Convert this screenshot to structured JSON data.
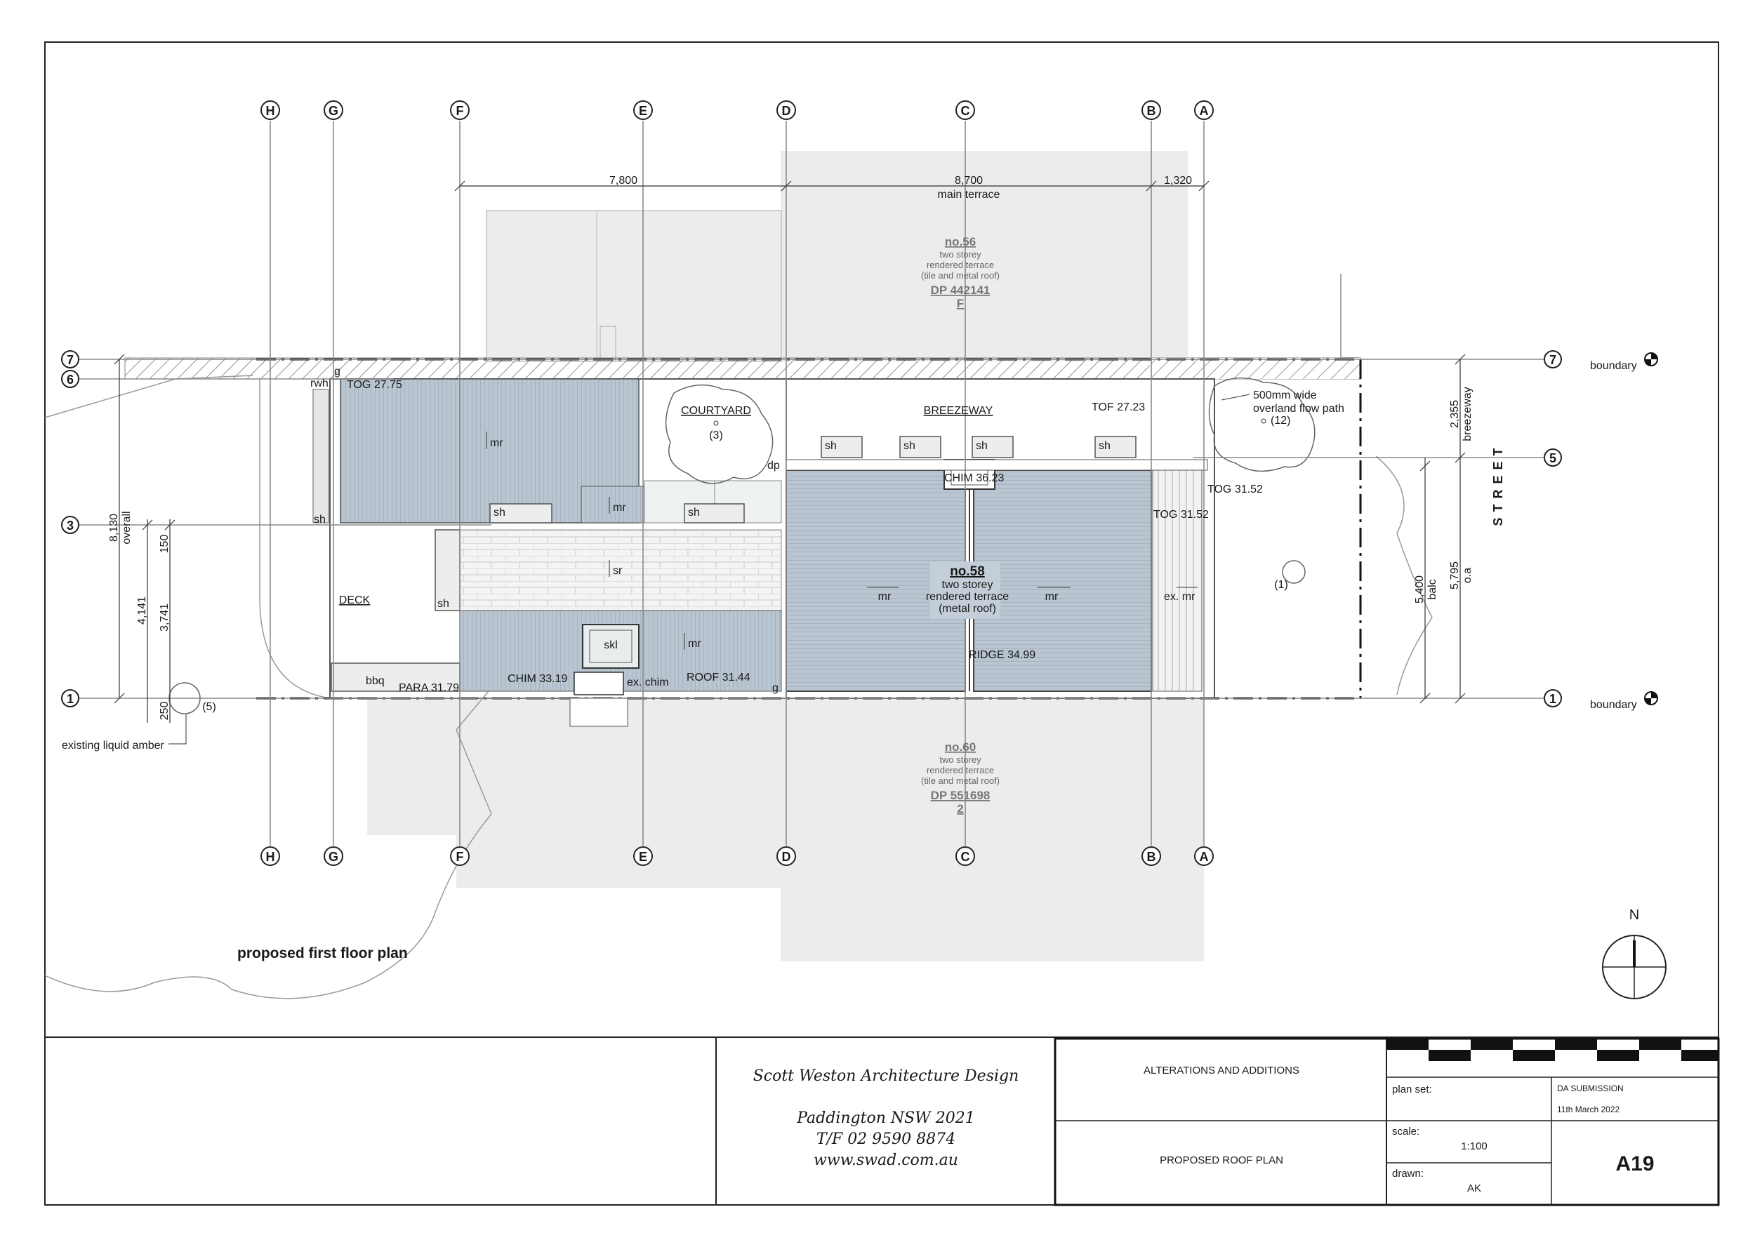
{
  "grid": {
    "columns": [
      "H",
      "G",
      "F",
      "E",
      "D",
      "C",
      "B",
      "A"
    ],
    "rows": [
      "7",
      "6",
      "3",
      "1",
      "5"
    ]
  },
  "dimensions": {
    "top": [
      "7,800",
      "8,700",
      "1,320"
    ],
    "top_note": "main terrace",
    "left_overall": "8,130",
    "left_overall_note": "overall",
    "left": [
      "4,141",
      "3,741",
      "150",
      "250"
    ],
    "right": [
      "2,355",
      "5,400",
      "5,795"
    ],
    "right_notes": [
      "breezeway",
      "balc",
      "o.a"
    ]
  },
  "neighbours": {
    "north": {
      "name": "no.56",
      "desc": [
        "two storey",
        "rendered terrace",
        "(tile and metal roof)"
      ],
      "dp": "DP 442141",
      "lot": "F"
    },
    "south": {
      "name": "no.60",
      "desc": [
        "two storey",
        "rendered terrace",
        "(tile and metal roof)"
      ],
      "dp": "DP 551698",
      "lot": "2"
    }
  },
  "subject": {
    "name": "no.58",
    "desc": [
      "two storey",
      "rendered terrace",
      "(metal roof)"
    ]
  },
  "labels": {
    "courtyard": "COURTYARD",
    "courtyard_ref": "(3)",
    "breezeway": "BREEZEWAY",
    "deck": "DECK",
    "street": "STREET",
    "boundary": "boundary",
    "overland": [
      "500mm wide",
      "overland flow path",
      "(12)"
    ],
    "tree_note": "existing liquid amber",
    "tree_ref": "(5)",
    "garden_ref": "(1)",
    "plan_title": "proposed first floor plan",
    "north": "N"
  },
  "levels": {
    "tog1": "TOG 27.75",
    "tof": "TOF 27.23",
    "chim1": "CHIM 36.23",
    "tog2": "TOG 31.52",
    "tog3": "TOG 31.52",
    "ridge": "RIDGE 34.99",
    "roof": "ROOF 31.44",
    "chim2": "CHIM 33.19",
    "para": "PARA 31.79"
  },
  "tags": {
    "mr": "mr",
    "sr": "sr",
    "sh": "sh",
    "skl": "skl",
    "rwh": "rwh",
    "g": "g",
    "dp": "dp",
    "bbq": "bbq",
    "ex_mr": "ex. mr",
    "ex_chim": "ex. chim"
  },
  "title_block": {
    "firm": "Scott Weston Architecture Design",
    "address": "Paddington NSW 2021",
    "phone": "T/F 02 9590 8874",
    "web": "www.swad.com.au",
    "project": "ALTERATIONS AND ADDITIONS",
    "sheet_title": "PROPOSED ROOF PLAN",
    "plan_set_label": "plan set:",
    "plan_set": "DA SUBMISSION",
    "date": "11th March 2022",
    "scale_label": "scale:",
    "scale": "1:100",
    "drawn_label": "drawn:",
    "drawn": "AK",
    "drawing_no": "A19"
  },
  "colors": {
    "roof_metal": "#b8c4cf",
    "neighbour_fill": "#ededed",
    "boundary_hatch": "#9a9a9a"
  }
}
